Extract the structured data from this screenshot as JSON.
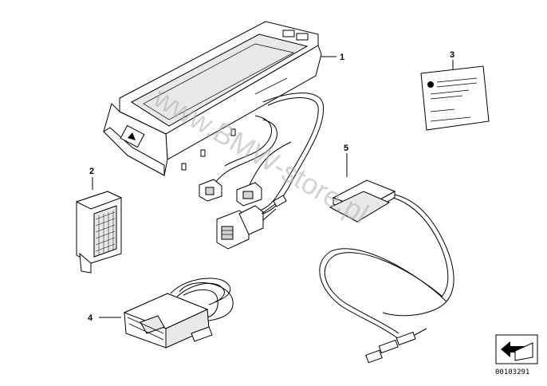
{
  "diagram": {
    "parts": [
      {
        "label": "1",
        "name": "cradle"
      },
      {
        "label": "2",
        "name": "adapter"
      },
      {
        "label": "3",
        "name": "info-card"
      },
      {
        "label": "4",
        "name": "connector"
      },
      {
        "label": "5",
        "name": "antenna"
      }
    ],
    "diagram_number": "00103291",
    "watermark": "www.BMW-store.pl"
  }
}
